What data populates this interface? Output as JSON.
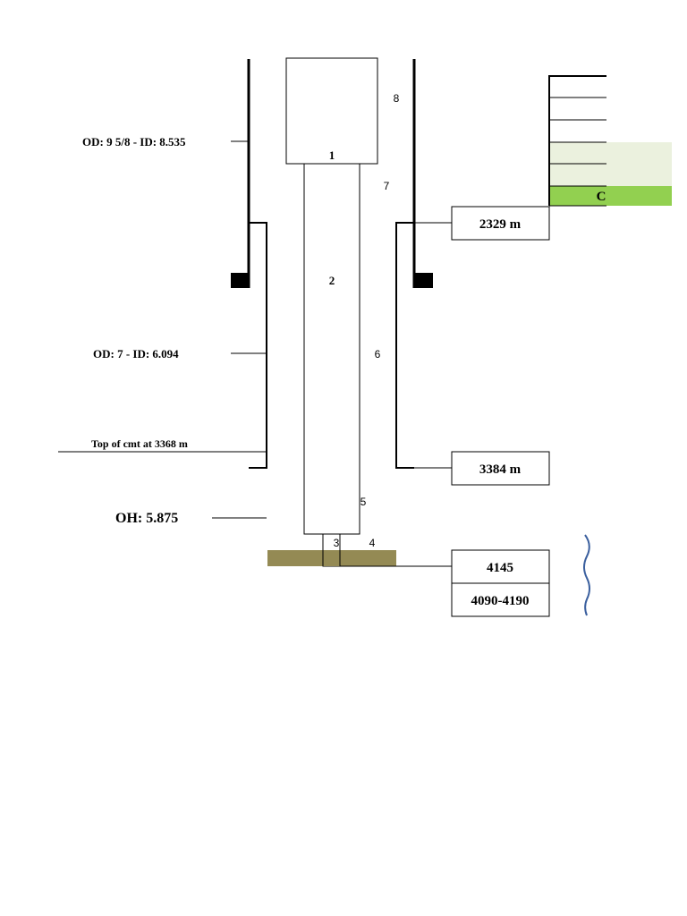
{
  "casing_labels": {
    "surface_casing": "OD: 9 5/8 - ID: 8.535",
    "liner": "OD: 7 - ID: 6.094",
    "top_of_cement": "Top of cmt at 3368 m",
    "open_hole": "OH: 5.875"
  },
  "component_numbers": {
    "n1": "1",
    "n2": "2",
    "n3": "3",
    "n4": "4",
    "n5": "5",
    "n6": "6",
    "n7": "7",
    "n8": "8"
  },
  "depth_boxes": {
    "casing_shoe": "2329 m",
    "liner_shoe": "3384 m",
    "total_depth": "4145",
    "interval": "4090-4190"
  },
  "legend": {
    "green_label": "C"
  },
  "colors": {
    "line": "#000000",
    "formation": "#948A54",
    "legend_light": "#EBF1DE",
    "legend_green": "#92D050",
    "brace": "#3A5F9E"
  }
}
